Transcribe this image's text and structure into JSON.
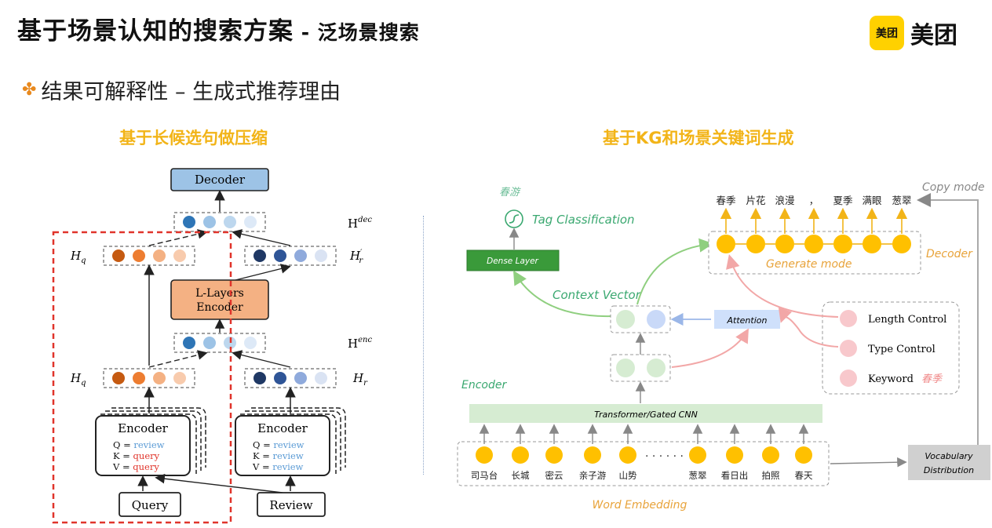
{
  "header": {
    "title_main": "基于场景认知的搜索方案",
    "title_sep": " - ",
    "title_sub": "泛场景搜索",
    "logo_badge": "美团",
    "logo_text": "美团"
  },
  "bullet": {
    "icon": "orange-flower-bullet",
    "text": "结果可解释性 – 生成式推荐理由"
  },
  "colors": {
    "accent_yellow": "#f2b418",
    "dashed_red": "#e0342b",
    "decoder_blue": "#9dc3e6",
    "encoder_orange": "#f4b183",
    "dense_green": "#3a9a3a",
    "orange_token": "#ffc000"
  },
  "left_diagram": {
    "title": "基于长候选句做压缩",
    "decoder": "Decoder",
    "l_layers_line1": "L-Layers",
    "l_layers_line2": "Encoder",
    "encoder_left": {
      "title": "Encoder",
      "q_prefix": "Q = ",
      "q": "review",
      "k_prefix": "K = ",
      "k": "query",
      "v_prefix": "V = ",
      "v": "query"
    },
    "encoder_right": {
      "title": "Encoder",
      "q_prefix": "Q = ",
      "q": "review",
      "k_prefix": "K = ",
      "k": "review",
      "v_prefix": "V = ",
      "v": "review"
    },
    "query_box": "Query",
    "review_box": "Review",
    "labels": {
      "hq_top": "H",
      "hq_top_sub": "q",
      "hq_bottom": "H",
      "hq_bottom_sub": "q",
      "hr_prime": "H",
      "hr_prime_sub": "r",
      "hr_prime_mark": "′",
      "hr": "H",
      "hr_sub": "r",
      "hdec": "H",
      "hdec_sup": "dec",
      "henc": "H",
      "henc_sup": "enc"
    }
  },
  "right_diagram": {
    "title": "基于KG和场景关键词生成",
    "tag_output": "春游",
    "tag_classification": "Tag Classification",
    "dense_layer": "Dense Layer",
    "context_vector": "Context Vector",
    "attention": "Attention",
    "encoder": "Encoder",
    "transformer": "Transformer/Gated CNN",
    "word_embedding": "Word Embedding",
    "generate_mode": "Generate mode",
    "decoder": "Decoder",
    "copy_mode": "Copy mode",
    "vocab_line1": "Vocabulary",
    "vocab_line2": "Distribution",
    "output_tokens": [
      "春季",
      "片花",
      "浪漫",
      "，",
      "夏季",
      "满眼",
      "葱翠"
    ],
    "input_tokens": [
      "司马台",
      "长城",
      "密云",
      "亲子游",
      "山势",
      "葱翠",
      "看日出",
      "拍照",
      "春天"
    ],
    "ellipsis": "· · · · · ·",
    "controls": {
      "length": "Length Control",
      "type": "Type Control",
      "keyword": "Keyword",
      "keyword_value": "春季"
    }
  }
}
